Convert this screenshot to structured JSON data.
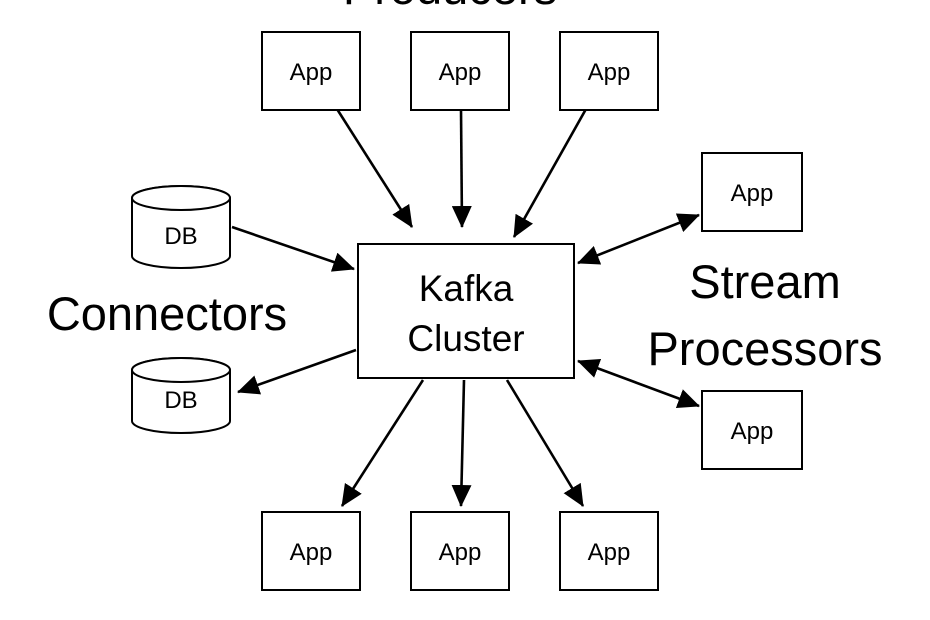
{
  "section_labels": {
    "producers": "Producers",
    "connectors": "Connectors",
    "stream_processors_line1": "Stream",
    "stream_processors_line2": "Processors"
  },
  "kafka_cluster": {
    "line1": "Kafka",
    "line2": "Cluster"
  },
  "producers": [
    {
      "label": "App"
    },
    {
      "label": "App"
    },
    {
      "label": "App"
    }
  ],
  "consumers": [
    {
      "label": "App"
    },
    {
      "label": "App"
    },
    {
      "label": "App"
    }
  ],
  "stream_processors": [
    {
      "label": "App"
    },
    {
      "label": "App"
    }
  ],
  "connectors": [
    {
      "label": "DB"
    },
    {
      "label": "DB"
    }
  ],
  "colors": {
    "stroke": "#000000",
    "fill": "#ffffff",
    "background": "#ffffff"
  }
}
